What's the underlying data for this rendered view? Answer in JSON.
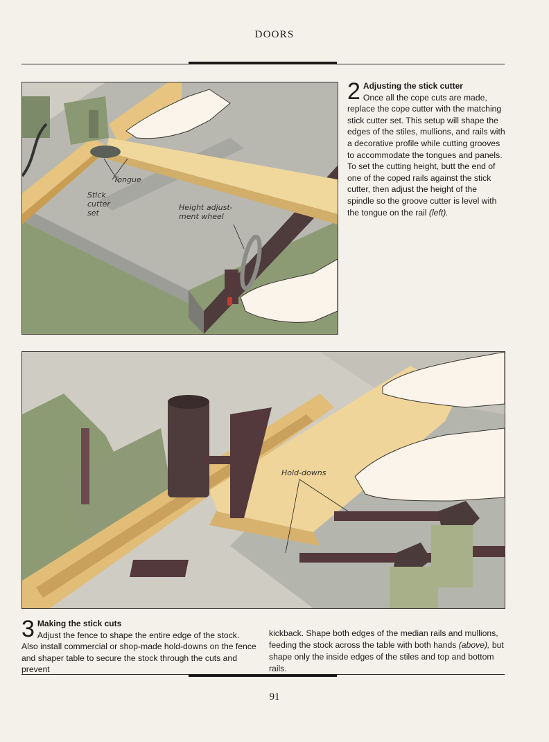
{
  "header": {
    "running_head": "DOORS"
  },
  "figure_top": {
    "callouts": {
      "tongue": "Tongue",
      "stick_cutter_set": [
        "Stick",
        "cutter",
        "set"
      ],
      "height_wheel": [
        "Height adjust-",
        "ment wheel"
      ]
    }
  },
  "step2": {
    "number": "2",
    "title": "Adjusting the stick cutter",
    "body": "Once all the cope cuts are made, replace the cope cutter with the matching stick cutter set. This setup will shape the edges of the stiles, mullions, and rails with a decorative profile while cutting grooves to accommodate the tongues and panels. To set the cutting height, butt the end of one of the coped rails against the stick cutter, then adjust the height of the spindle so the groove cutter is level with the tongue on the rail",
    "ref": "(left)."
  },
  "figure_bottom": {
    "callouts": {
      "hold_downs": "Hold-downs"
    }
  },
  "step3": {
    "number": "3",
    "title": "Making the stick cuts",
    "col1": "Adjust the fence to shape the entire edge of the stock. Also install commercial or shop-made hold-downs on the fence and shaper table to secure the stock through the cuts and prevent",
    "col2_a": "kickback. Shape both edges of the median rails and mullions, feeding the stock across the table with both hands",
    "col2_ref": "(above),",
    "col2_b": "but shape only the inside edges of the stiles and top and bottom rails."
  },
  "footer": {
    "page_number": "91"
  }
}
